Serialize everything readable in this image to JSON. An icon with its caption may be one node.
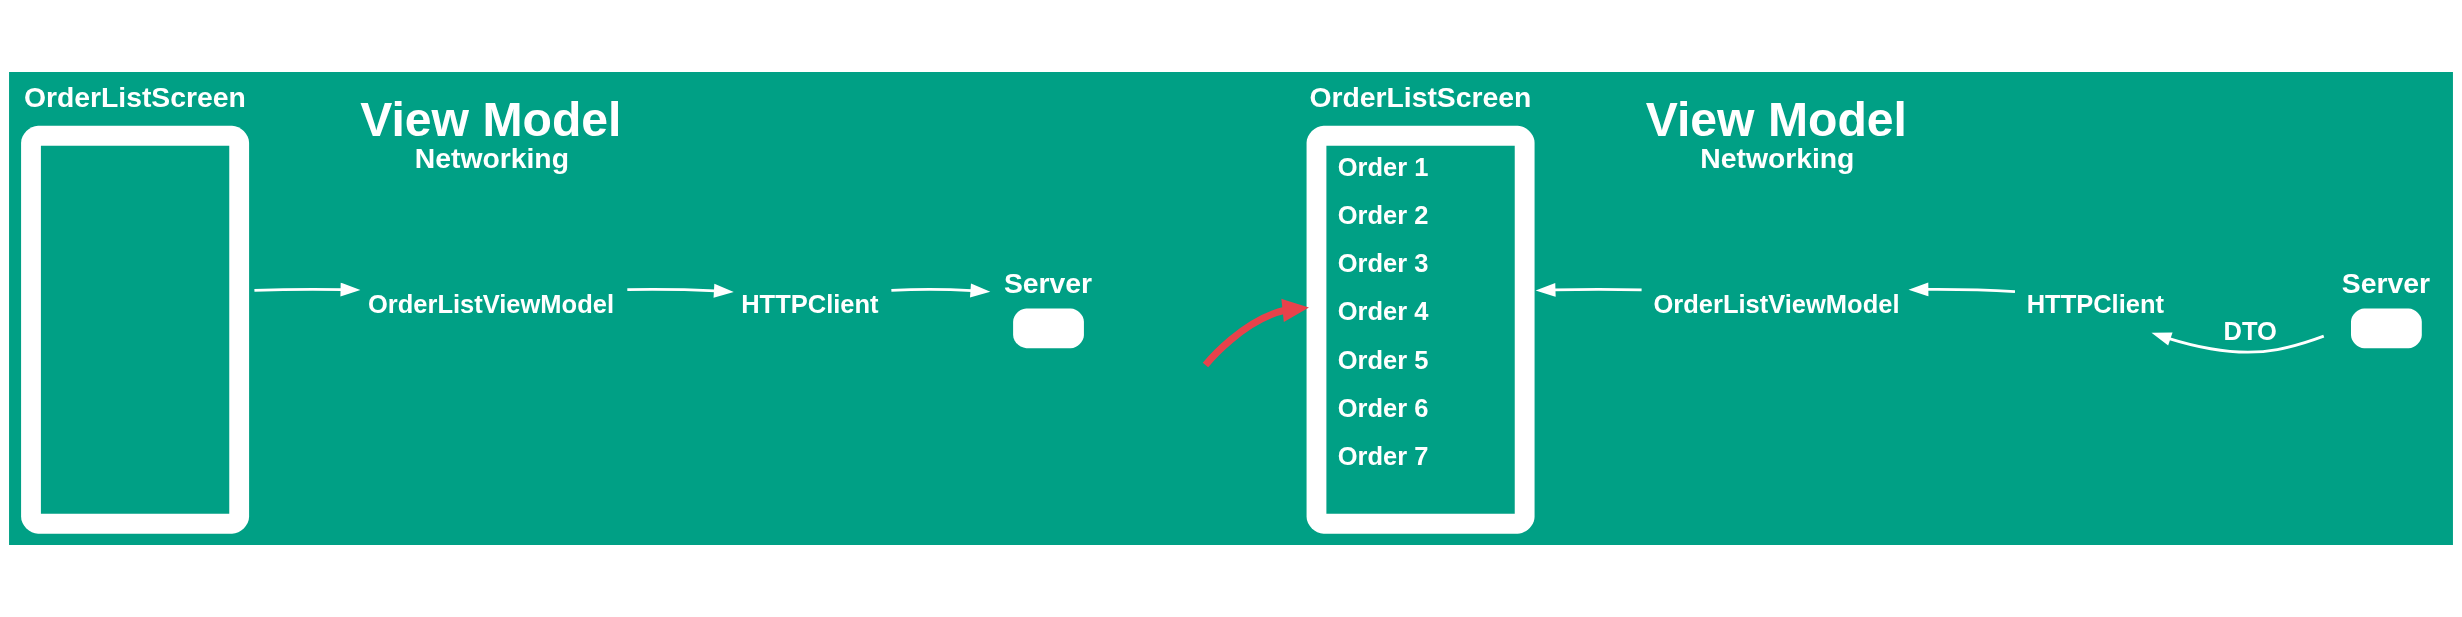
{
  "diagram": {
    "nodes": [
      {
        "text": [
          "OrderListScreen"
        ]
      },
      {
        "text": [
          "OrderListViewModel"
        ]
      },
      {
        "text": [
          "HTTPClient"
        ]
      },
      {
        "text": [
          "Server"
        ]
      },
      {
        "text": [
          "OrderListScreen",
          "Order 1",
          "Order 2",
          "Order 3",
          "Order 4",
          "Order 5",
          "Order 6",
          "Order 7"
        ]
      },
      {
        "text": [
          "OrderListViewModel"
        ]
      },
      {
        "text": [
          "HTTPClient"
        ]
      },
      {
        "text": [
          "Server"
        ]
      }
    ],
    "edges": [
      {
        "from": 0,
        "to": 1,
        "arrow": "to"
      },
      {
        "from": 1,
        "to": 2,
        "arrow": "to"
      },
      {
        "from": 2,
        "to": 3,
        "arrow": "to"
      },
      {
        "from": null,
        "to": 4,
        "arrow": "to",
        "style": "thick",
        "color": "#e8424b"
      },
      {
        "from": 7,
        "to": 6,
        "arrow": "to",
        "label": "DTO"
      },
      {
        "from": 6,
        "to": 5,
        "arrow": "to"
      },
      {
        "from": 5,
        "to": 4,
        "arrow": "to"
      }
    ],
    "labels": [
      "View Model",
      "Networking",
      "View Model",
      "Networking"
    ]
  }
}
